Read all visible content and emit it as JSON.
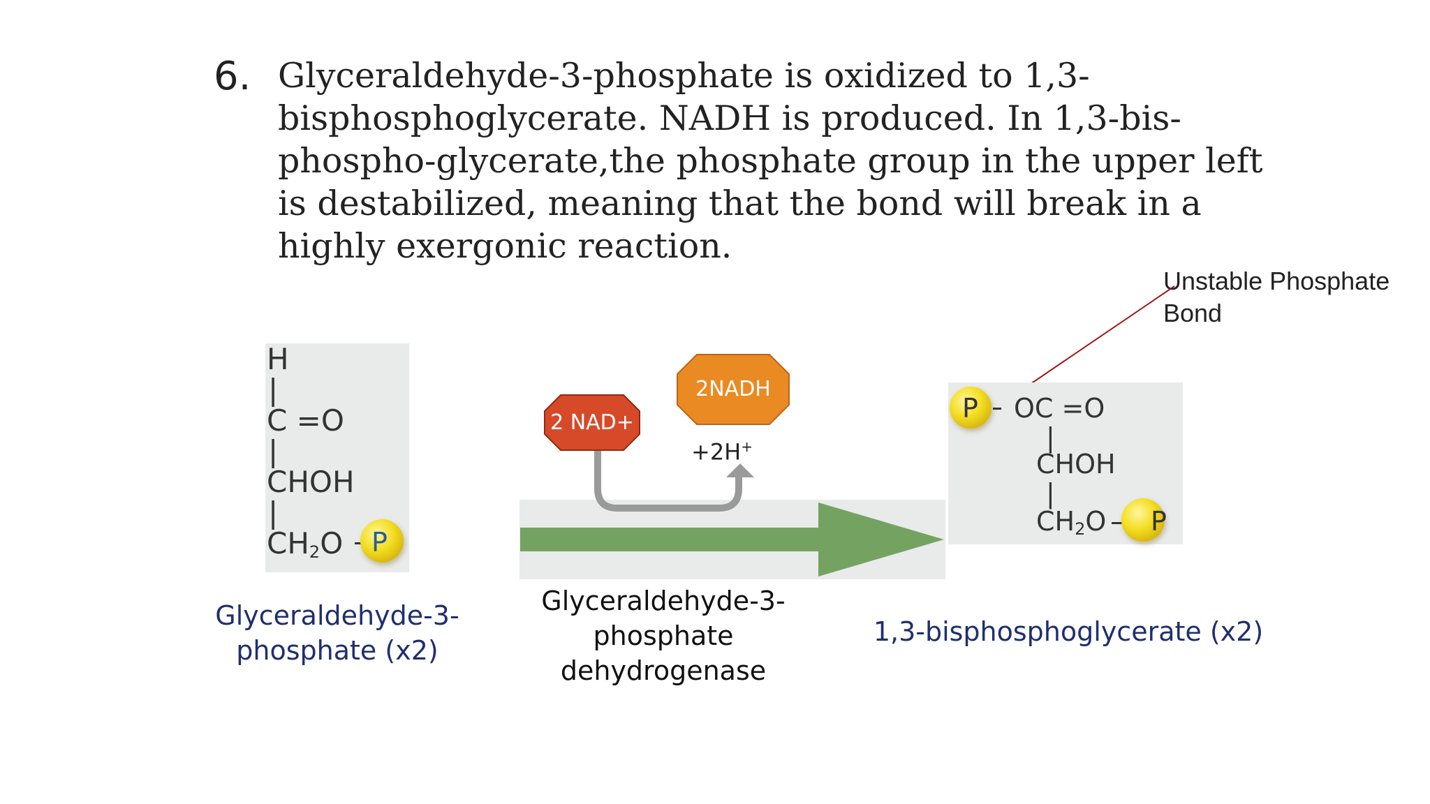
{
  "step": {
    "number": "6.",
    "lines": [
      "Glyceraldehyde-3-phosphate is oxidized to 1,3-",
      "bisphosphoglycerate. NADH is produced. In 1,3-bis-",
      "phospho-glycerate,the phosphate group in the upper left",
      "is destabilized, meaning that the bond will break in a",
      "highly exergonic reaction."
    ]
  },
  "annotation": {
    "line1": "Unstable Phosphate",
    "line2": "Bond",
    "line_color": "#a01818"
  },
  "reactant": {
    "row1": "H",
    "bond1": "|",
    "row2": "C =O",
    "bond2": "|",
    "row3": "CHOH",
    "bond3": "|",
    "row4_main": "CH",
    "row4_sub": "2",
    "row4_rest": "O",
    "phosphate": "P",
    "caption_line1": "Glyceraldehyde-3-",
    "caption_line2": "phosphate (x2)"
  },
  "enzyme": {
    "nad": "2 NAD+",
    "nadh": "2NADH",
    "proton_main": "+2H",
    "proton_sup": "+",
    "caption_line1": "Glyceraldehyde-3-",
    "caption_line2": "phosphate",
    "caption_line3": "dehydrogenase",
    "nad_color": "#d64a2a",
    "nadh_color": "#ea8a22",
    "arrow_color": "#74a361"
  },
  "product": {
    "phosphate_left": "P",
    "row1": "OC =O",
    "bond1": "|",
    "row2": "CHOH",
    "bond2": "|",
    "row3_main": "CH",
    "row3_sub": "2",
    "row3_rest": "O",
    "phosphate_right": "P",
    "caption": "1,3-bisphosphoglycerate (x2)"
  }
}
